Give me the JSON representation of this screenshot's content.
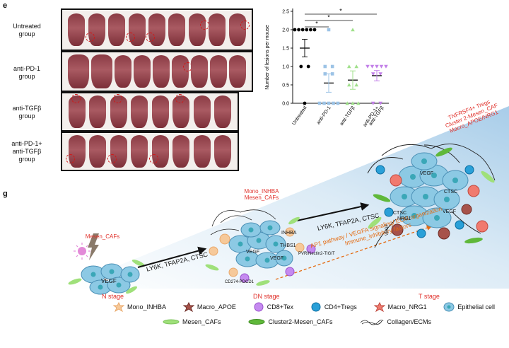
{
  "panels": {
    "e": "e",
    "g": "g"
  },
  "rows": [
    {
      "label": [
        "Untreated",
        "group"
      ]
    },
    {
      "label": [
        "anti-PD-1",
        "group"
      ]
    },
    {
      "label": [
        "anti-TGFβ",
        "group"
      ]
    },
    {
      "label": [
        "anti-PD-1+",
        "anti-TGFβ",
        "group"
      ]
    }
  ],
  "colors": {
    "untreated": "#000000",
    "antiPD1": "#9cc3e6",
    "antiTGFb": "#9fe08a",
    "combo": "#c27fe8",
    "red_text": "#e0302a",
    "orange_text": "#e46b12",
    "background_gradient": "#b7d7ee"
  },
  "chart_data": {
    "type": "scatter",
    "title": "",
    "xlabel": "",
    "ylabel": "Number of lesions per mouse",
    "ylim": [
      0,
      2.5
    ],
    "yticks": [
      "0.0",
      "0.5",
      "1.0",
      "1.5",
      "2.0",
      "2.5"
    ],
    "categories": [
      "Untreated",
      "anti-PD-1",
      "anti-TGFβ",
      "anti-PD-1+\nanti-TGFβ"
    ],
    "category_labels": [
      [
        "Untreated"
      ],
      [
        "anti-PD-1"
      ],
      [
        "anti-TGFβ"
      ],
      [
        "anti-PD-1+",
        "anti-TGFβ"
      ]
    ],
    "series": [
      {
        "values": [
          2,
          2,
          2,
          2,
          2,
          2,
          1,
          1,
          0
        ],
        "mean": 1.5,
        "sem": 0.24
      },
      {
        "values": [
          2,
          1,
          1,
          0.8,
          0.8,
          0,
          0,
          0,
          0,
          0
        ],
        "mean": 0.55,
        "sem": 0.25
      },
      {
        "values": [
          2,
          1,
          1,
          0.5,
          0.5,
          0,
          0,
          0
        ],
        "mean": 0.63,
        "sem": 0.25
      },
      {
        "values": [
          1,
          1,
          1,
          1,
          1,
          0.8,
          0.8,
          0,
          0
        ],
        "mean": 0.75,
        "sem": 0.14
      }
    ],
    "significance": [
      "*",
      "*",
      "*"
    ]
  },
  "diagram": {
    "stages": [
      "N stage",
      "DN stage",
      "T stage"
    ],
    "labels": {
      "n_cafs": "Mesen_CAFs",
      "dn_labels": [
        "Mono_INHBA",
        "Mesen_CAFs"
      ],
      "t_labels": [
        "TNFRSF4+ Tregs",
        "Cluster 2-Mesen_CAF",
        "Macro_APOE/NRG1"
      ],
      "vegf": "VEGF",
      "inhba": "INHBA",
      "thbs1": "THBS1",
      "pvr": "PVR/Nectin2-TIGIT",
      "cd274": "CD274-PDCD1",
      "ctsc": "CTSC",
      "nrg1": "NRG1",
      "arrow1": "LY6K, TFAP2A, CTSC",
      "arrow2": "LY6K, TFAP2A, CTSC",
      "pathway": [
        "AP1 pathway / VEGFA signaling/ ECM organization",
        "Immune_inhibitory factors"
      ]
    }
  },
  "legend": [
    {
      "icon": "mono-inhba-icon",
      "label": "Mono_INHBA"
    },
    {
      "icon": "macro-apoe-icon",
      "label": "Macro_APOE"
    },
    {
      "icon": "cd8-tex-icon",
      "label": "CD8+Tex"
    },
    {
      "icon": "cd4-tregs-icon",
      "label": "CD4+Tregs"
    },
    {
      "icon": "macro-nrg1-icon",
      "label": "Macro_NRG1"
    },
    {
      "icon": "epithelial-cell-icon",
      "label": "Epithelial cell"
    },
    {
      "icon": "mesen-cafs-icon",
      "label": "Mesen_CAFs"
    },
    {
      "icon": "cluster2-mesen-cafs-icon",
      "label": "Cluster2-Mesen_CAFs"
    },
    {
      "icon": "collagen-ecm-icon",
      "label": "Collagen/ECMs"
    }
  ]
}
